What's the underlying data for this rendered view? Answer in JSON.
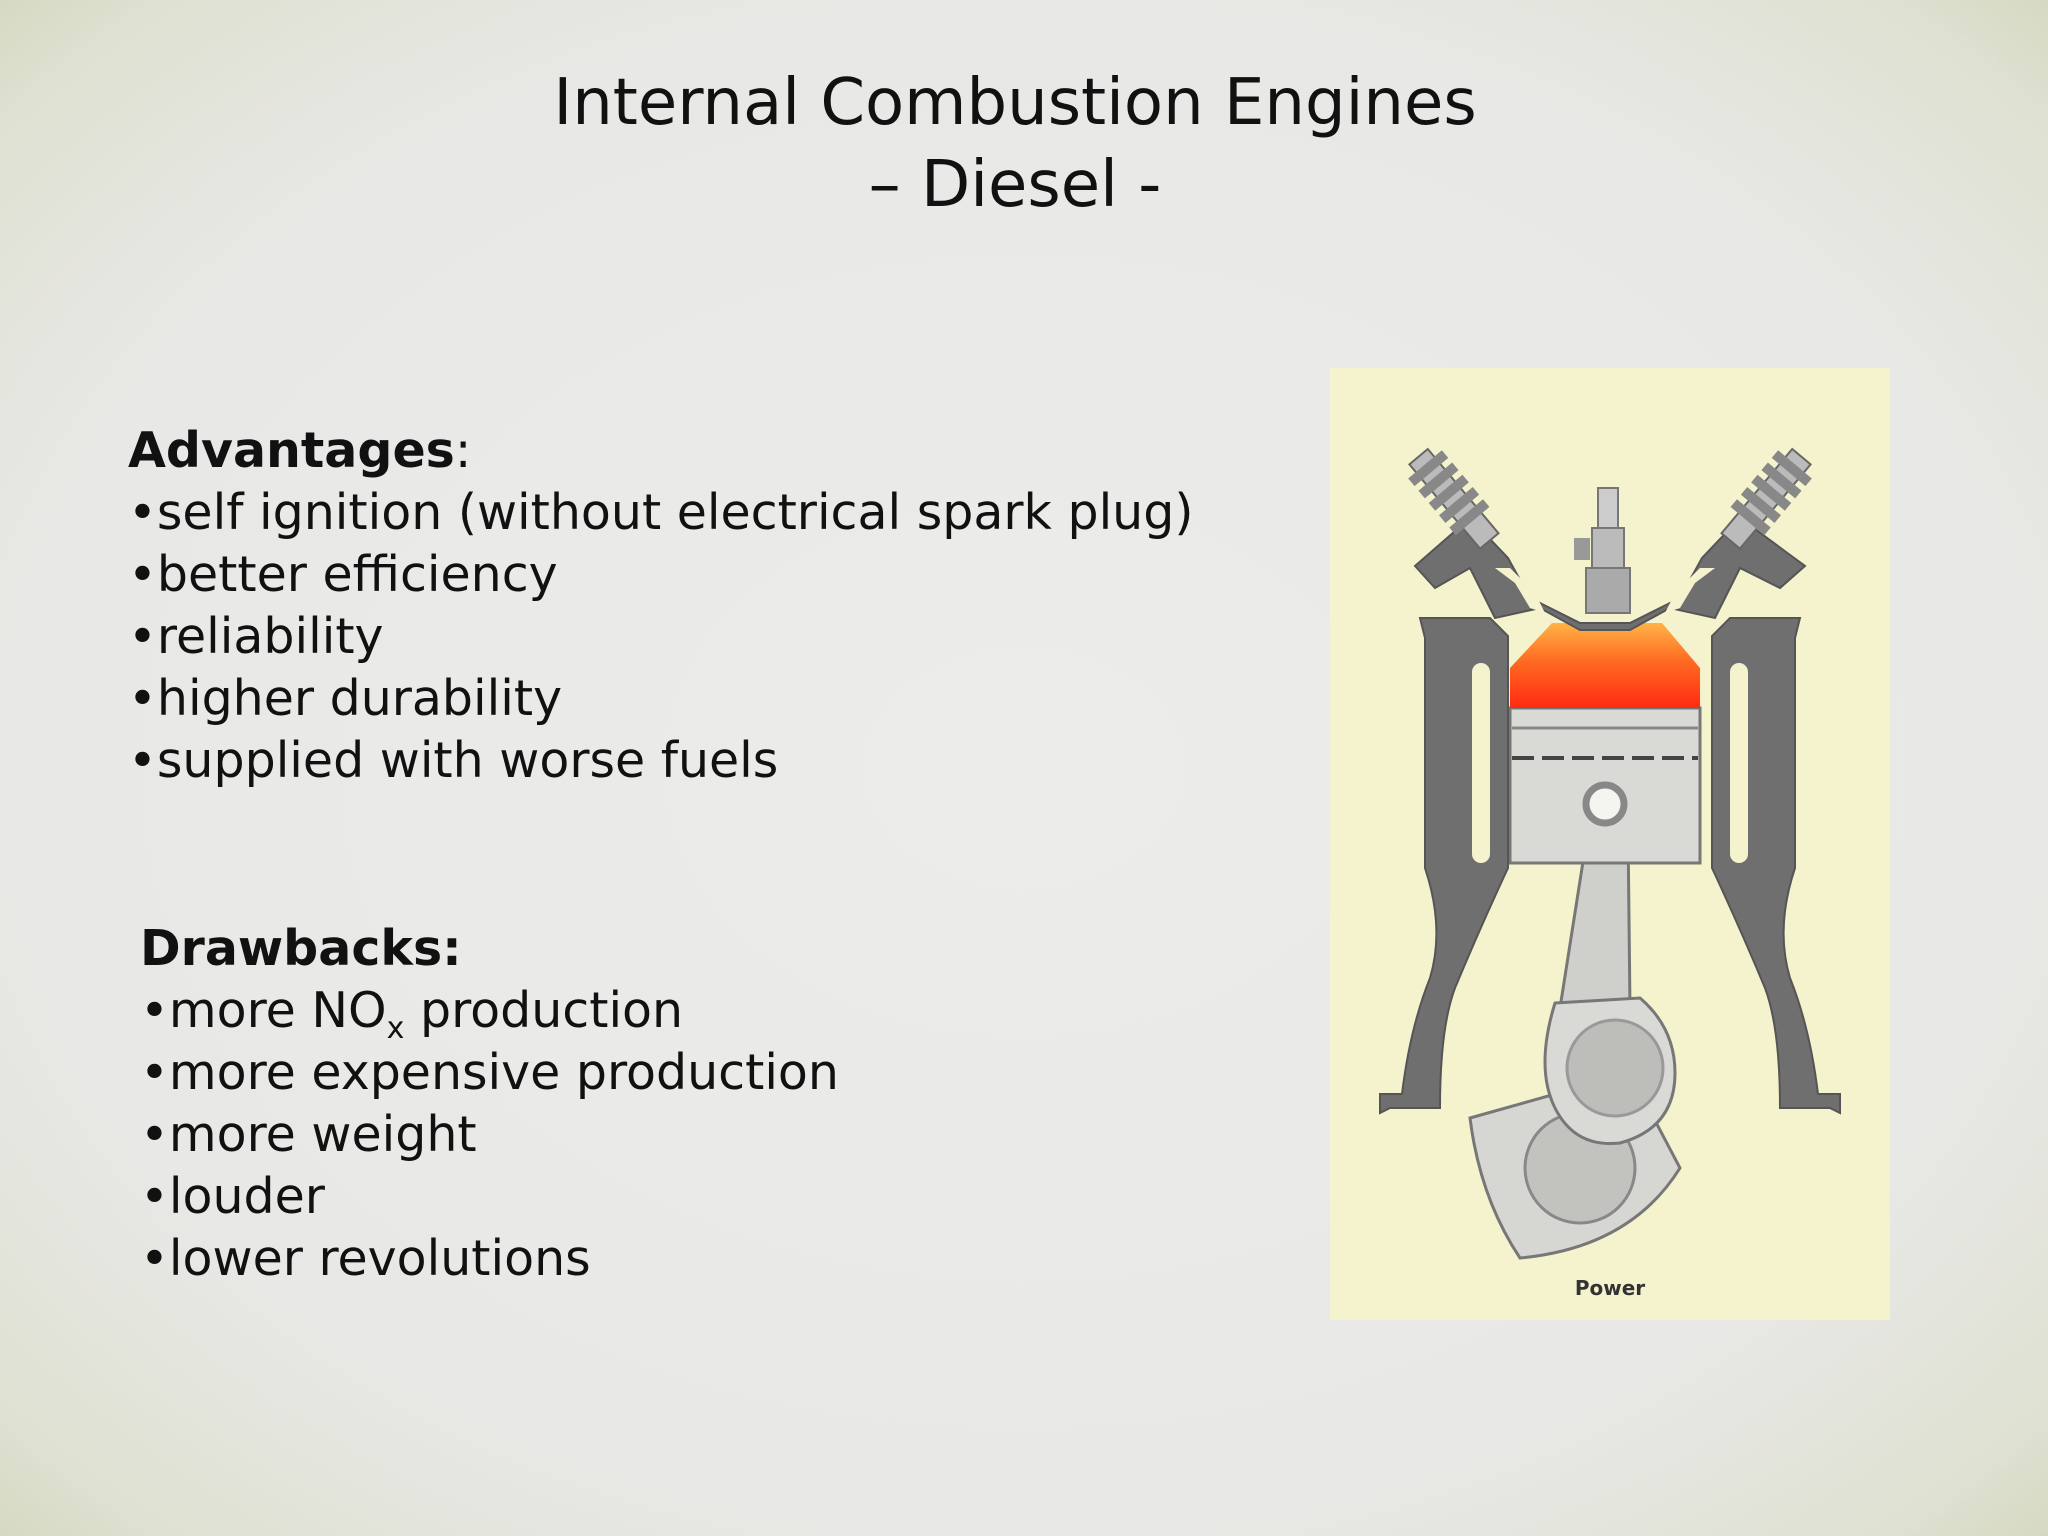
{
  "title": {
    "line1": "Internal Combustion Engines",
    "line2": "– Diesel -"
  },
  "advantages": {
    "heading": "Advantages",
    "heading_suffix": ":",
    "items": [
      "•self ignition (without electrical spark plug)",
      "•better efficiency",
      "•reliability",
      "•higher durability",
      "•supplied with worse fuels"
    ]
  },
  "drawbacks": {
    "heading": "Drawbacks:",
    "item_nox_prefix": "•more NO",
    "item_nox_sub": "x",
    "item_nox_suffix": " production",
    "items": [
      "•more expensive production",
      "•more weight",
      "•louder",
      "•lower revolutions"
    ]
  },
  "figure": {
    "caption": "Power",
    "colors": {
      "background": "#f5f3cd",
      "block": "#6f6f6f",
      "piston": "#d9d9d6",
      "combustion_top": "#ffb347",
      "combustion_bottom": "#ff2a12"
    }
  }
}
